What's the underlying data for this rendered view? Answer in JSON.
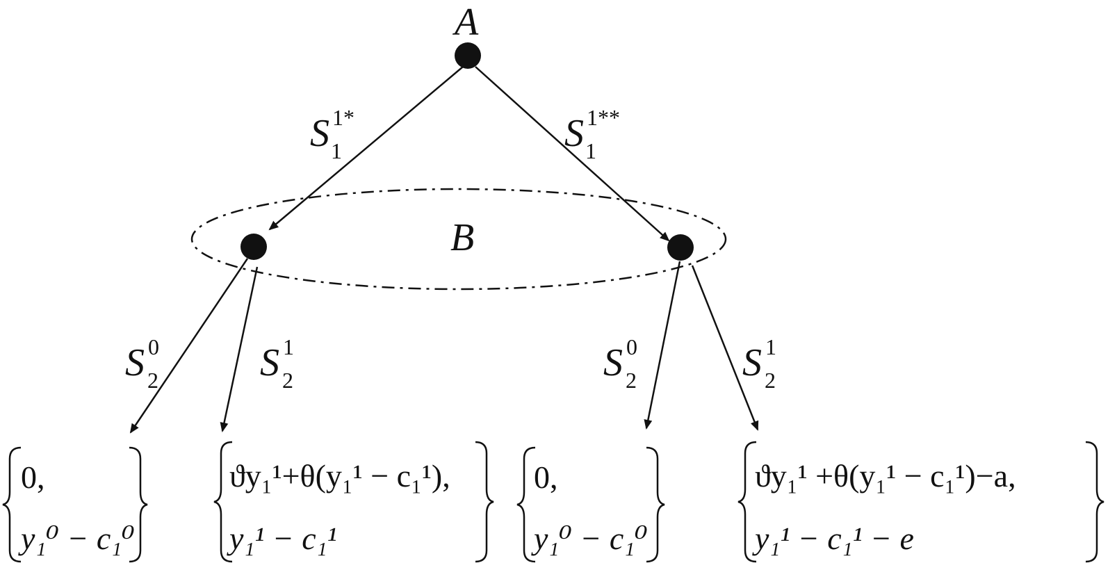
{
  "nodes": {
    "root_label": "A",
    "info_set_label": "B"
  },
  "edges": {
    "left_first": {
      "base": "S",
      "sup": "1*",
      "sub": "1"
    },
    "right_first": {
      "base": "S",
      "sup": "1**",
      "sub": "1"
    },
    "ll": {
      "base": "S",
      "sup": "0",
      "sub": "2"
    },
    "lr": {
      "base": "S",
      "sup": "1",
      "sub": "2"
    },
    "rl": {
      "base": "S",
      "sup": "0",
      "sub": "2"
    },
    "rr": {
      "base": "S",
      "sup": "1",
      "sub": "2"
    }
  },
  "payoffs": {
    "p1": {
      "line1": "0,",
      "line2": "y₁⁰ − c₁⁰"
    },
    "p2": {
      "line1": "ϑy₁¹+θ(y₁¹ − c₁¹),",
      "line2": "y₁¹ − c₁¹"
    },
    "p3": {
      "line1": "0,",
      "line2": "y₁⁰ − c₁⁰"
    },
    "p4": {
      "line1": "ϑy₁¹ +θ(y₁¹ − c₁¹)−a,",
      "line2": "y₁¹ − c₁¹ − e"
    }
  },
  "colors": {
    "ink": "#111111",
    "node": "#111111"
  }
}
